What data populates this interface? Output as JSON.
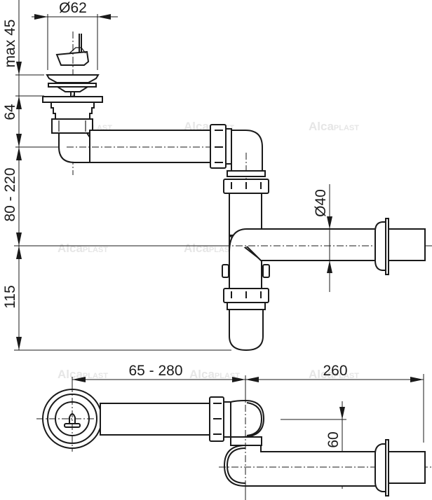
{
  "drawing": {
    "subject": "sink siphon dimensional drawing",
    "watermark": {
      "brand_main": "Alca",
      "brand_suffix": "PLAST",
      "mark": "®"
    },
    "colors": {
      "line": "#1a1a1a",
      "background": "#ffffff",
      "watermark": "#e6e6e6"
    }
  },
  "dimensions": {
    "plug_diameter": "Ø62",
    "plug_lift": "max 45",
    "drain_height": "64",
    "adjustable_height": "80 - 220",
    "trap_depth": "115",
    "outlet_diameter": "Ø40",
    "horizontal_range": "65 - 280",
    "outlet_length": "260",
    "outlet_offset": "60"
  }
}
